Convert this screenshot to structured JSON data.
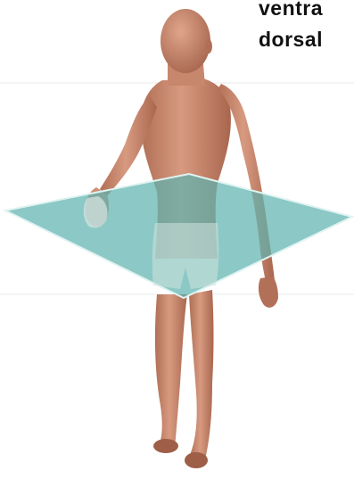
{
  "labels": {
    "line1": "ventra",
    "line2": "dorsal"
  },
  "colors": {
    "background": "#ffffff",
    "skin": "#c98a70",
    "skin_shadow": "#a8674f",
    "plane_fill": "#5fb3ae",
    "plane_edge": "#dff3f1",
    "guide_line": "#e6e6e6"
  },
  "icons": {
    "figure": "human-body-figure",
    "plane": "transverse-plane"
  }
}
